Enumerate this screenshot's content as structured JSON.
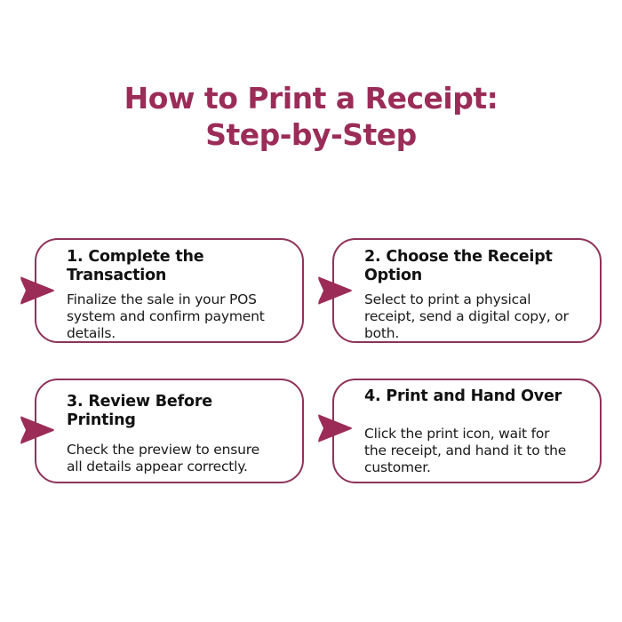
{
  "title": {
    "line1": "How to Print a Receipt:",
    "line2": "Step-by-Step"
  },
  "colors": {
    "accent": "#9b2c58",
    "border": "#8e3358",
    "arrow": "#9b2c58",
    "text": "#111111",
    "background": "#ffffff"
  },
  "steps": [
    {
      "title_line1": "1. Complete the",
      "title_line2": "Transaction",
      "desc_line1": "Finalize the sale in your POS",
      "desc_line2": "system and confirm payment",
      "desc_line3": "details.",
      "icon": "arrow-right-icon"
    },
    {
      "title_line1": "2. Choose the Receipt",
      "title_line2": "Option",
      "desc_line1": "Select to print a physical",
      "desc_line2": "receipt, send a digital copy, or",
      "desc_line3": "both.",
      "icon": "arrow-right-icon"
    },
    {
      "title_line1": "3. Review Before",
      "title_line2": "Printing",
      "desc_line1": "Check the preview to ensure",
      "desc_line2": "all details appear correctly.",
      "icon": "arrow-right-icon"
    },
    {
      "title_line1": "4. Print and Hand Over",
      "desc_line1": "Click the print icon, wait for",
      "desc_line2": "the receipt, and hand it to the",
      "desc_line3": "customer.",
      "icon": "arrow-right-icon"
    }
  ]
}
